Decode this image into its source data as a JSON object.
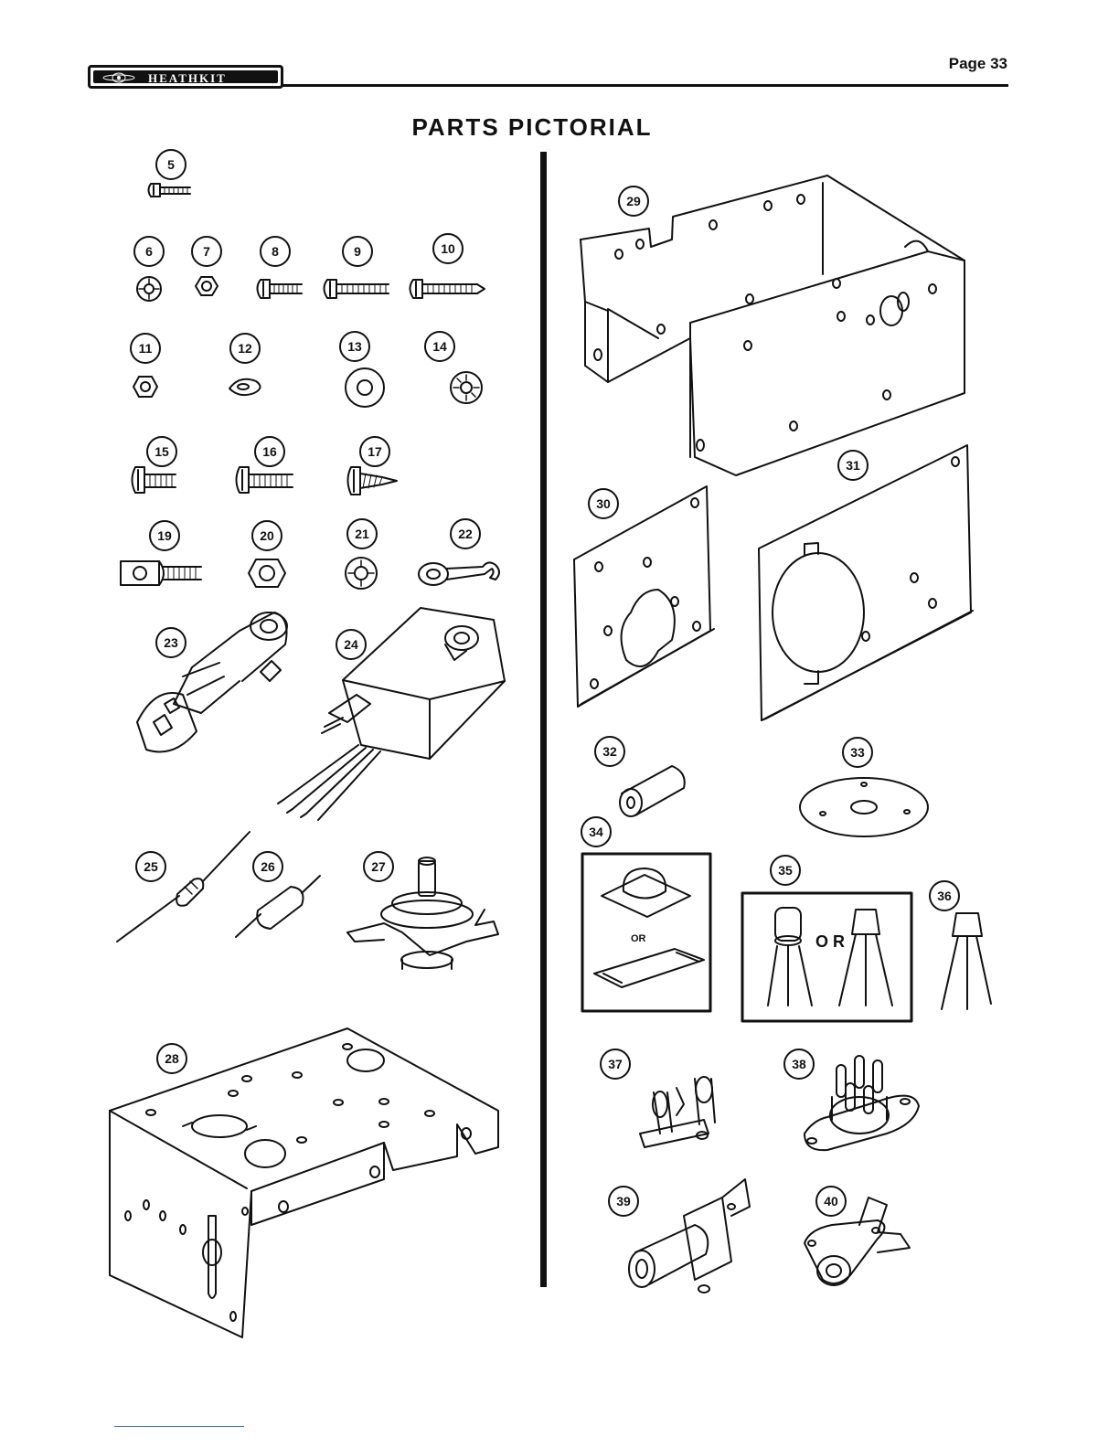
{
  "header": {
    "brand": "HEATHKIT",
    "page_label": "Page 33"
  },
  "title": "PARTS PICTORIAL",
  "parts": [
    {
      "id": "5",
      "label": "5"
    },
    {
      "id": "6",
      "label": "6"
    },
    {
      "id": "7",
      "label": "7"
    },
    {
      "id": "8",
      "label": "8"
    },
    {
      "id": "9",
      "label": "9"
    },
    {
      "id": "10",
      "label": "10"
    },
    {
      "id": "11",
      "label": "11"
    },
    {
      "id": "12",
      "label": "12"
    },
    {
      "id": "13",
      "label": "13"
    },
    {
      "id": "14",
      "label": "14"
    },
    {
      "id": "15",
      "label": "15"
    },
    {
      "id": "16",
      "label": "16"
    },
    {
      "id": "17",
      "label": "17"
    },
    {
      "id": "19",
      "label": "19"
    },
    {
      "id": "20",
      "label": "20"
    },
    {
      "id": "21",
      "label": "21"
    },
    {
      "id": "22",
      "label": "22"
    },
    {
      "id": "23",
      "label": "23"
    },
    {
      "id": "24",
      "label": "24"
    },
    {
      "id": "25",
      "label": "25"
    },
    {
      "id": "26",
      "label": "26"
    },
    {
      "id": "27",
      "label": "27"
    },
    {
      "id": "28",
      "label": "28"
    },
    {
      "id": "29",
      "label": "29"
    },
    {
      "id": "30",
      "label": "30"
    },
    {
      "id": "31",
      "label": "31"
    },
    {
      "id": "32",
      "label": "32"
    },
    {
      "id": "33",
      "label": "33"
    },
    {
      "id": "34",
      "label": "34"
    },
    {
      "id": "35",
      "label": "35"
    },
    {
      "id": "36",
      "label": "36"
    },
    {
      "id": "37",
      "label": "37"
    },
    {
      "id": "38",
      "label": "38"
    },
    {
      "id": "39",
      "label": "39"
    },
    {
      "id": "40",
      "label": "40"
    }
  ],
  "or_labels": {
    "part34": "OR",
    "part35": "O R"
  }
}
